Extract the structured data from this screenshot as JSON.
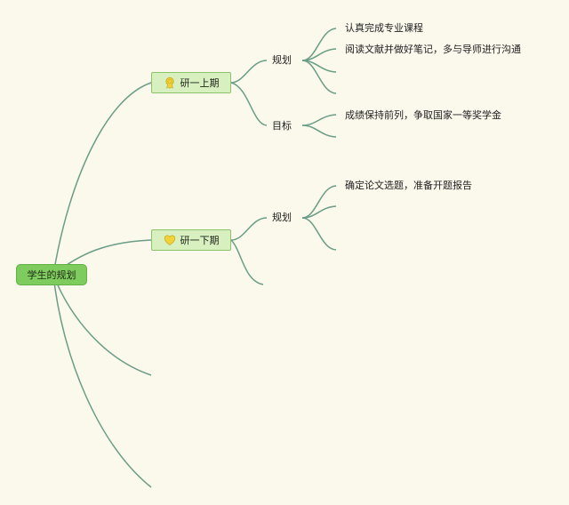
{
  "diagram": {
    "root": "学生的规划",
    "branches": [
      {
        "label": "研一上期",
        "icon": "medal-icon",
        "children": [
          {
            "label": "规划",
            "items": [
              "认真完成专业课程",
              "阅读文献并做好笔记，多与导师进行沟通",
              "",
              ""
            ]
          },
          {
            "label": "目标",
            "items": [
              "成绩保持前列，争取国家一等奖学金",
              ""
            ]
          }
        ]
      },
      {
        "label": "研一下期",
        "icon": "heart-icon",
        "children": [
          {
            "label": "规划",
            "items": [
              "确定论文选题，准备开题报告",
              "",
              ""
            ]
          },
          {
            "label": "",
            "items": []
          }
        ]
      },
      {
        "label": "",
        "children": []
      },
      {
        "label": "",
        "children": []
      }
    ]
  },
  "colors": {
    "background": "#fbf8ec",
    "line": "#6a9e86",
    "root_fill": "#7ecb5e",
    "topic_fill": "#d8efbf",
    "topic_border": "#8cc36a",
    "icon_fill": "#f2d23a"
  }
}
